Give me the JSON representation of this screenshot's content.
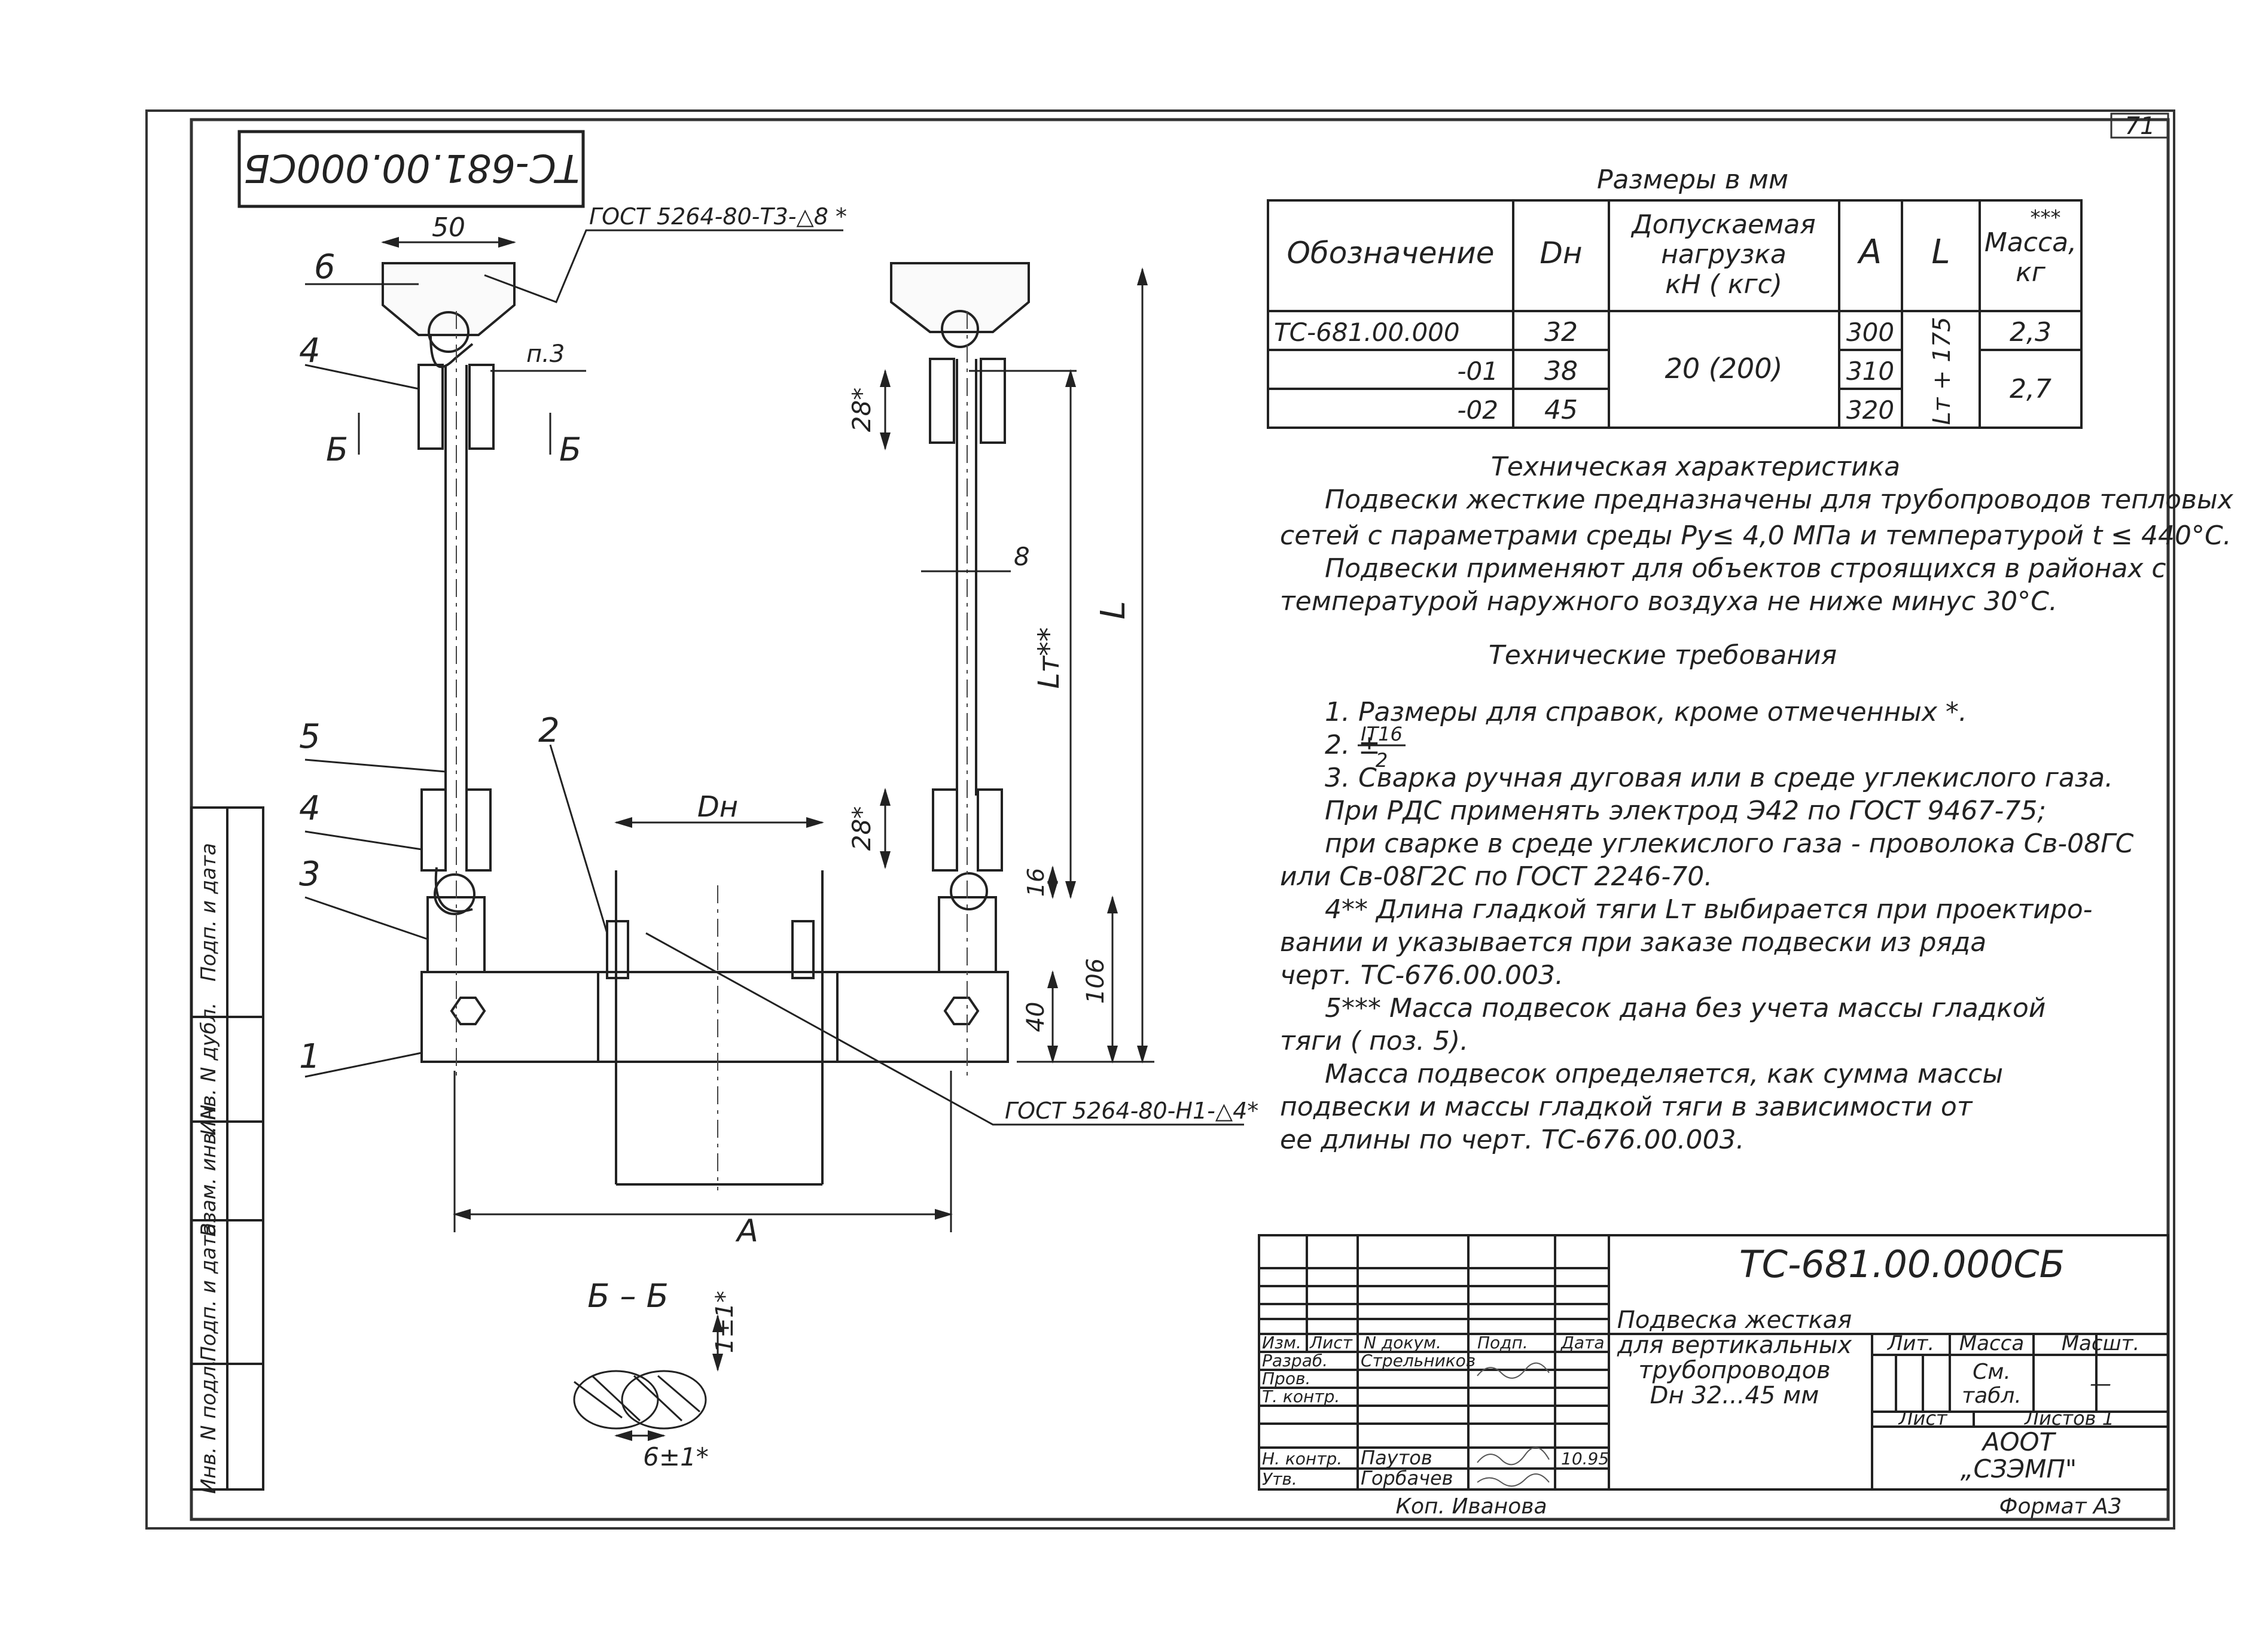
{
  "page_number": "71",
  "stamp_code": "ТС-681.00.000СБ",
  "dimensions": {
    "top_width": "50",
    "weld_top": "ГОСТ 5264-80-Т3-△8 *",
    "weld_bottom": "ГОСТ 5264-80-Н1-△4*",
    "weld_mark_top": "п.3",
    "dn": "Dн",
    "a": "A",
    "l": "L",
    "lt": "Lт**",
    "d28_top": "28*",
    "d28_bottom": "28*",
    "d8": "8",
    "d16": "16",
    "d40": "40",
    "d106": "106",
    "section_mark": "Б",
    "section_title": "Б – Б",
    "section_width": "6±1*",
    "section_height": "1±1*"
  },
  "parts": [
    "6",
    "4",
    "5",
    "4",
    "3",
    "1",
    "2"
  ],
  "spec_table": {
    "caption": "Размеры в мм",
    "headers": {
      "designation": "Обозначение",
      "dn": "Dн",
      "load_line1": "Допускаемая",
      "load_line2": "нагрузка",
      "load_line3": "кН ( кгс)",
      "a": "A",
      "l": "L",
      "mass_star": "***",
      "mass_line1": "Масса,",
      "mass_line2": "кг"
    },
    "rows": [
      {
        "designation": "ТС-681.00.000",
        "dn": "32",
        "a": "300"
      },
      {
        "designation": "-01",
        "dn": "38",
        "a": "310"
      },
      {
        "designation": "-02",
        "dn": "45",
        "a": "320"
      }
    ],
    "load": "20 (200)",
    "l_value": "Lт + 175",
    "mass_1": "2,3",
    "mass_2": "2,7"
  },
  "tech_char": {
    "title": "Техническая характеристика",
    "lines": [
      "Подвески жесткие предназначены для трубопроводов тепловых",
      "сетей с параметрами среды Pу≤ 4,0 МПа и температурой t ≤ 440°С.",
      "Подвески применяют для объектов строящихся в районах с",
      "температурой наружного воздуха не ниже минус 30°С."
    ]
  },
  "tech_req": {
    "title": "Технические требования",
    "lines": [
      "1. Размеры для справок, кроме отмеченных *.",
      "2. ±",
      "3. Сварка ручная дуговая или в среде углекислого газа.",
      "При РДС применять электрод Э42 по ГОСТ 9467-75;",
      "при сварке в среде углекислого газа - проволока Св-08ГС",
      "или Св-08Г2С по ГОСТ 2246-70.",
      "4** Длина гладкой тяги Lт выбирается при проектиро-",
      "вании и указывается при заказе подвески из ряда",
      "черт. ТС-676.00.003.",
      "5*** Масса подвесок дана без учета массы гладкой",
      "тяги ( поз. 5).",
      "Масса подвесок определяется, как сумма массы",
      "подвески и массы гладкой тяги в зависимости от",
      "ее длины по черт. ТС-676.00.003."
    ],
    "tol_num": "IT16",
    "tol_den": "2"
  },
  "left_strip": [
    "Подп. и дата",
    "Инв. N дубл.",
    "Взам. инв. N",
    "Подп. и дата",
    "Инв. N подл."
  ],
  "title_block": {
    "code": "ТС-681.00.000СБ",
    "name_lines": [
      "Подвеска жесткая",
      "для вертикальных",
      "трубопроводов",
      "Dн 32...45 мм"
    ],
    "col_headers": [
      "Изм.",
      "Лист",
      "N докум.",
      "Подп.",
      "Дата"
    ],
    "roles": [
      "Разраб.",
      "Пров.",
      "Т. контр.",
      "",
      "Н. контр.",
      "Утв."
    ],
    "people": [
      "Стрельников",
      "",
      "",
      "",
      "Паутов",
      "Горбачев"
    ],
    "date": "10.95",
    "lit": "Лит.",
    "mass": "Масса",
    "scale": "Масшт.",
    "mass_value_1": "См.",
    "mass_value_2": "табл.",
    "scale_value": "—",
    "sheet": "Лист",
    "sheets": "Листов 1",
    "org_1": "АООТ",
    "org_2": "„СЗЭМП\"",
    "copied": "Коп. Иванова",
    "format": "Формат А3"
  }
}
